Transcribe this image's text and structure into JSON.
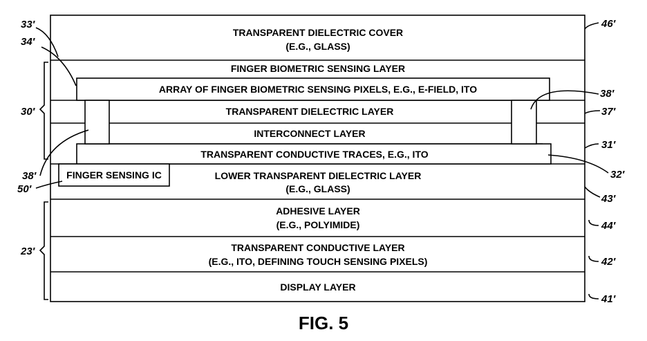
{
  "layers": {
    "cover_line1": "TRANSPARENT DIELECTRIC COVER",
    "cover_line2": "(E.G., GLASS)",
    "finger_biometric": "FINGER BIOMETRIC SENSING LAYER",
    "pixel_array": "ARRAY OF FINGER BIOMETRIC SENSING PIXELS, E.G., E-FIELD, ITO",
    "dielectric": "TRANSPARENT DIELECTRIC LAYER",
    "interconnect": "INTERCONNECT LAYER",
    "traces": "TRANSPARENT CONDUCTIVE TRACES, E.G., ITO",
    "lower_line1": "LOWER TRANSPARENT DIELECTRIC LAYER",
    "lower_line2": "(E.G., GLASS)",
    "finger_ic": "FINGER SENSING IC",
    "adhesive_line1": "ADHESIVE LAYER",
    "adhesive_line2": "(E.G., POLYIMIDE)",
    "conductive_line1": "TRANSPARENT CONDUCTIVE LAYER",
    "conductive_line2": "(E.G., ITO, DEFINING TOUCH SENSING PIXELS)",
    "display": "DISPLAY LAYER"
  },
  "refs": {
    "r33": "33′",
    "r34": "34′",
    "r30": "30′",
    "r38a": "38′",
    "r50": "50′",
    "r23": "23′",
    "r46": "46′",
    "r38b": "38′",
    "r37": "37′",
    "r31": "31′",
    "r32": "32′",
    "r43": "43′",
    "r44": "44′",
    "r42": "42′",
    "r41": "41′"
  },
  "figure_caption": "FIG. 5"
}
